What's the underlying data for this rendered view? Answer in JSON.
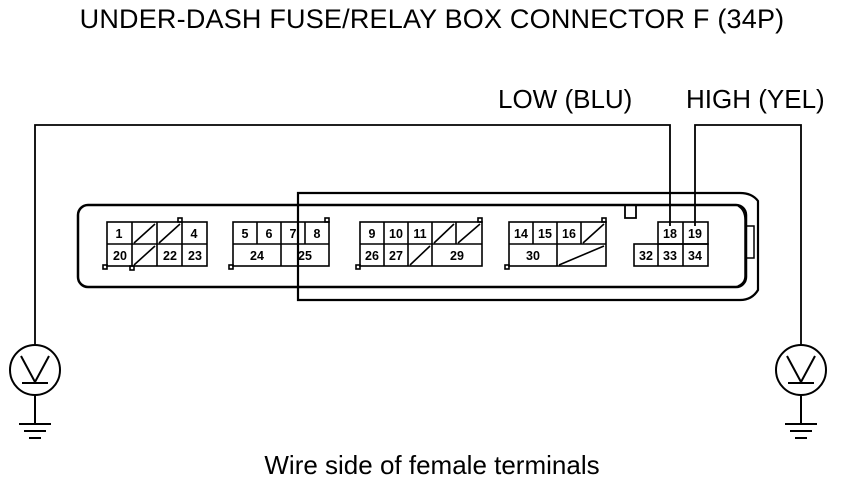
{
  "title": "UNDER-DASH FUSE/RELAY BOX CONNECTOR F (34P)",
  "caption": "Wire side of female terminals",
  "labels": {
    "low": "LOW (BLU)",
    "high": "HIGH (YEL)"
  },
  "pins": {
    "p1": "1",
    "p4": "4",
    "p20": "20",
    "p22": "22",
    "p23": "23",
    "p5": "5",
    "p6": "6",
    "p7": "7",
    "p8": "8",
    "p24": "24",
    "p25": "25",
    "p9": "9",
    "p10": "10",
    "p11": "11",
    "p26": "26",
    "p27": "27",
    "p29": "29",
    "p14": "14",
    "p15": "15",
    "p16": "16",
    "p30": "30",
    "p18": "18",
    "p19": "19",
    "p32": "32",
    "p33": "33",
    "p34": "34"
  },
  "icons": {
    "left_meter": "voltmeter-icon",
    "right_meter": "voltmeter-icon",
    "left_ground": "ground-icon",
    "right_ground": "ground-icon"
  }
}
